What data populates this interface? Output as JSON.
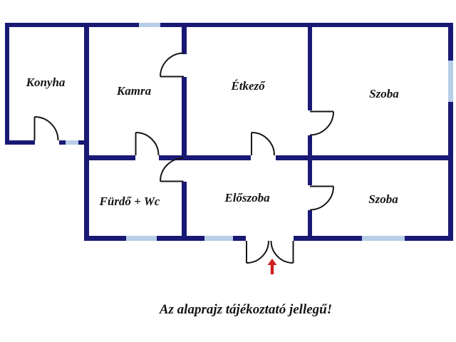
{
  "floorplan": {
    "rooms": [
      {
        "name": "Konyha"
      },
      {
        "name": "Kamra"
      },
      {
        "name": "Étkező"
      },
      {
        "name": "Szoba"
      },
      {
        "name": "Fürdő + Wc"
      },
      {
        "name": "Előszoba"
      },
      {
        "name": "Szoba"
      }
    ],
    "caption": "Az alaprajz tájékoztató jellegű!",
    "entrance_marker": "red-arrow-up-icon",
    "colors": {
      "wall": "#191975",
      "window": "#b7cee8",
      "door": "#161616",
      "arrow": "#cf2020",
      "text": "#141414",
      "bg": "#ffffff"
    }
  }
}
